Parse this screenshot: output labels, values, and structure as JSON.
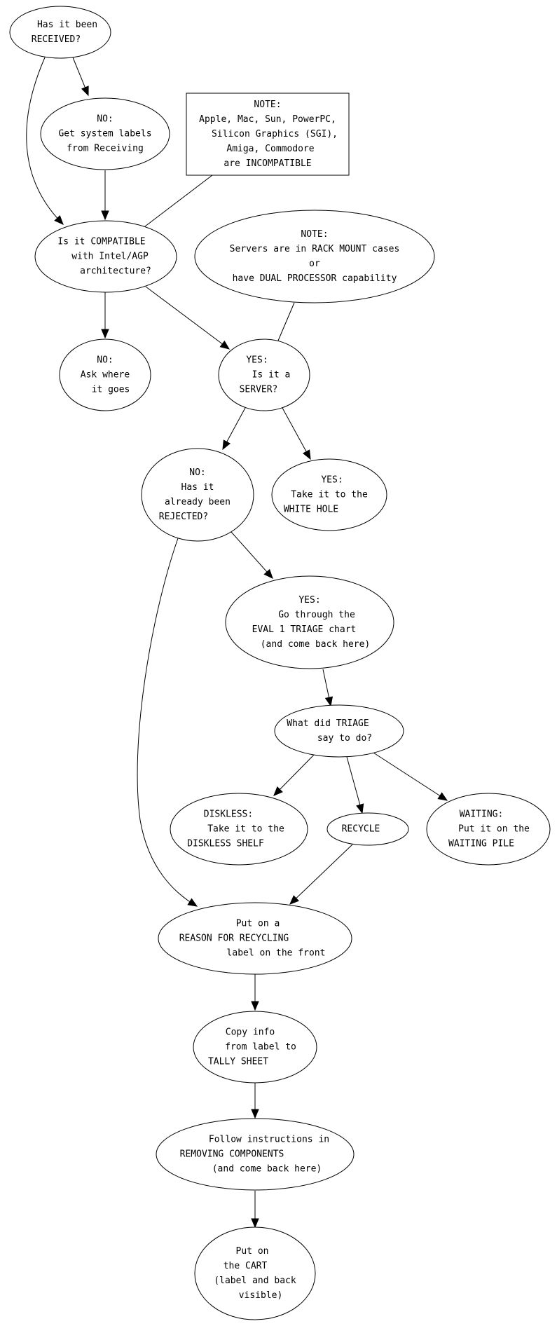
{
  "diagram": {
    "type": "flowchart",
    "colors": {
      "stroke": "#000000",
      "background": "#ffffff",
      "text": "#000000"
    },
    "nodes": [
      {
        "id": "received",
        "shape": "ellipse",
        "lines": [
          "Has it been",
          "RECEIVED?"
        ]
      },
      {
        "id": "get-labels",
        "shape": "ellipse",
        "lines": [
          "NO:",
          "Get system labels",
          "from Receiving"
        ]
      },
      {
        "id": "incompatible-note",
        "shape": "box",
        "lines": [
          "NOTE:",
          "Apple, Mac, Sun, PowerPC,",
          "Silicon Graphics (SGI),",
          "Amiga, Commodore",
          "are INCOMPATIBLE"
        ]
      },
      {
        "id": "compatible",
        "shape": "ellipse",
        "lines": [
          "Is it COMPATIBLE",
          "with Intel/AGP",
          "architecture?"
        ]
      },
      {
        "id": "server-note",
        "shape": "ellipse",
        "lines": [
          "NOTE:",
          "Servers are in RACK MOUNT cases",
          "or",
          "have DUAL PROCESSOR capability"
        ]
      },
      {
        "id": "ask-where",
        "shape": "ellipse",
        "lines": [
          "NO:",
          "Ask where",
          "it goes"
        ]
      },
      {
        "id": "is-server",
        "shape": "ellipse",
        "lines": [
          "YES:",
          "Is it a",
          "SERVER?"
        ]
      },
      {
        "id": "rejected",
        "shape": "ellipse",
        "lines": [
          "NO:",
          "Has it",
          "already been",
          "REJECTED?"
        ]
      },
      {
        "id": "white-hole",
        "shape": "ellipse",
        "lines": [
          "YES:",
          "Take it to the",
          "WHITE HOLE"
        ]
      },
      {
        "id": "eval-triage",
        "shape": "ellipse",
        "lines": [
          "YES:",
          "Go through the",
          "EVAL 1 TRIAGE chart",
          "(and come back here)"
        ]
      },
      {
        "id": "triage-say",
        "shape": "ellipse",
        "lines": [
          "What did TRIAGE",
          "say to do?"
        ]
      },
      {
        "id": "diskless",
        "shape": "ellipse",
        "lines": [
          "DISKLESS:",
          "Take it to the",
          "DISKLESS SHELF"
        ]
      },
      {
        "id": "recycle",
        "shape": "ellipse",
        "lines": [
          "RECYCLE"
        ]
      },
      {
        "id": "waiting",
        "shape": "ellipse",
        "lines": [
          "WAITING:",
          "Put it on the",
          "WAITING PILE"
        ]
      },
      {
        "id": "reason-label",
        "shape": "ellipse",
        "lines": [
          "Put on a",
          "REASON FOR RECYCLING",
          "label on the front"
        ]
      },
      {
        "id": "tally-sheet",
        "shape": "ellipse",
        "lines": [
          "Copy info",
          "from label to",
          "TALLY SHEET"
        ]
      },
      {
        "id": "removing-components",
        "shape": "ellipse",
        "lines": [
          "Follow instructions in",
          "REMOVING COMPONENTS",
          "(and come back here)"
        ]
      },
      {
        "id": "cart",
        "shape": "ellipse",
        "lines": [
          "Put on",
          "the CART",
          "(label and back",
          "visible)"
        ]
      }
    ],
    "edges": [
      {
        "from": "received",
        "to": "get-labels",
        "arrow": true
      },
      {
        "from": "received",
        "to": "compatible",
        "arrow": true
      },
      {
        "from": "get-labels",
        "to": "compatible",
        "arrow": true
      },
      {
        "from": "incompatible-note",
        "to": "compatible",
        "arrow": false
      },
      {
        "from": "compatible",
        "to": "ask-where",
        "arrow": true
      },
      {
        "from": "compatible",
        "to": "is-server",
        "arrow": true
      },
      {
        "from": "server-note",
        "to": "is-server",
        "arrow": false
      },
      {
        "from": "is-server",
        "to": "rejected",
        "arrow": true
      },
      {
        "from": "is-server",
        "to": "white-hole",
        "arrow": true
      },
      {
        "from": "rejected",
        "to": "eval-triage",
        "arrow": true
      },
      {
        "from": "rejected",
        "to": "reason-label",
        "arrow": true
      },
      {
        "from": "eval-triage",
        "to": "triage-say",
        "arrow": true
      },
      {
        "from": "triage-say",
        "to": "diskless",
        "arrow": true
      },
      {
        "from": "triage-say",
        "to": "recycle",
        "arrow": true
      },
      {
        "from": "triage-say",
        "to": "waiting",
        "arrow": true
      },
      {
        "from": "recycle",
        "to": "reason-label",
        "arrow": true
      },
      {
        "from": "reason-label",
        "to": "tally-sheet",
        "arrow": true
      },
      {
        "from": "tally-sheet",
        "to": "removing-components",
        "arrow": true
      },
      {
        "from": "removing-components",
        "to": "cart",
        "arrow": true
      }
    ]
  }
}
